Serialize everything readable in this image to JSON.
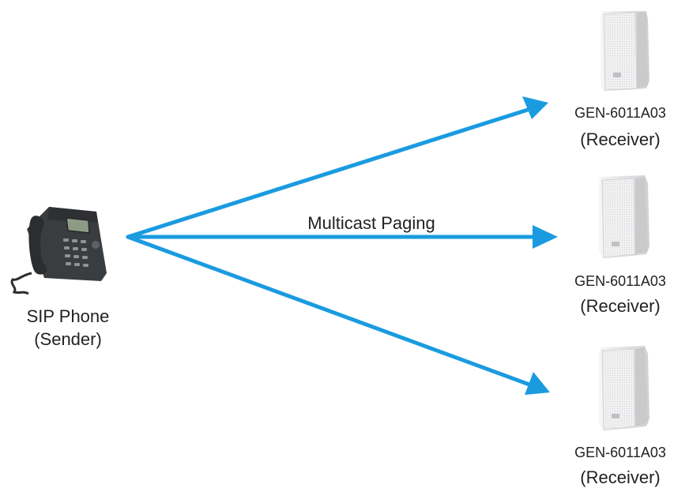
{
  "colors": {
    "arrow": "#1a9be0",
    "speaker_body": "#e9e9ea",
    "speaker_grille": "#f4f4f5",
    "phone_body": "#3a3d40",
    "text": "#222222"
  },
  "sender": {
    "name": "SIP Phone",
    "role": "(Sender)",
    "icon": "desk-phone-icon"
  },
  "link_label": "Multicast Paging",
  "receivers": [
    {
      "model": "GEN-6011A03",
      "role": "(Receiver)",
      "icon": "speaker-icon"
    },
    {
      "model": "GEN-6011A03",
      "role": "(Receiver)",
      "icon": "speaker-icon"
    },
    {
      "model": "GEN-6011A03",
      "role": "(Receiver)",
      "icon": "speaker-icon"
    }
  ]
}
